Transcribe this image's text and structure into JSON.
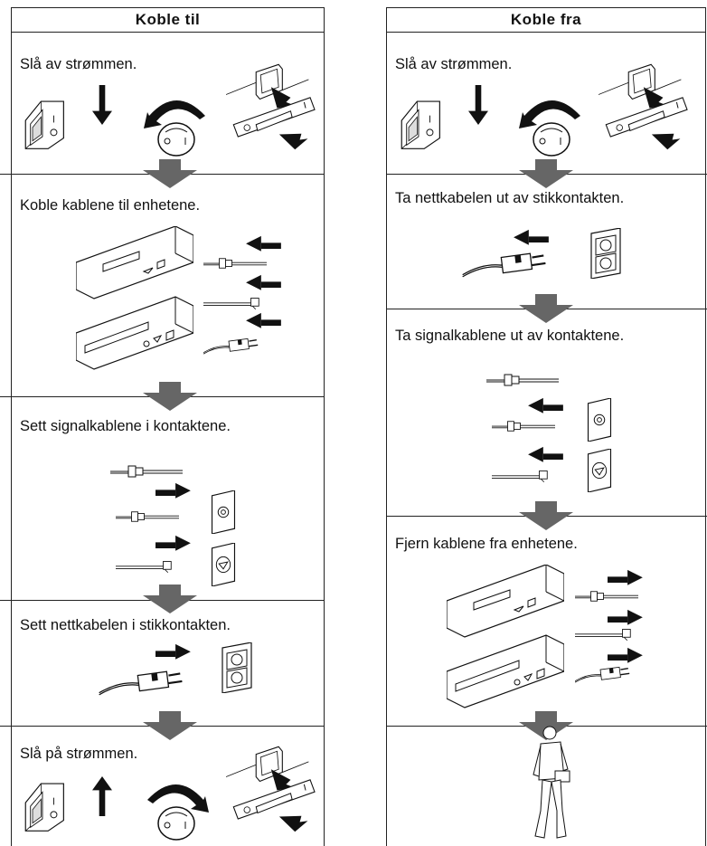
{
  "left": {
    "title": "Koble til",
    "steps": [
      "Slå av strømmen.",
      "Koble kablene til enhetene.",
      "Sett signalkablene i kontaktene.",
      "Sett nettkabelen i stikkontakten.",
      "Slå på strømmen."
    ]
  },
  "right": {
    "title": "Koble fra",
    "steps": [
      "Slå av strømmen.",
      "Ta nettkabelen ut av stikkontakten.",
      "Ta signalkablene ut av kontaktene.",
      "Fjern kablene fra enhetene."
    ]
  }
}
